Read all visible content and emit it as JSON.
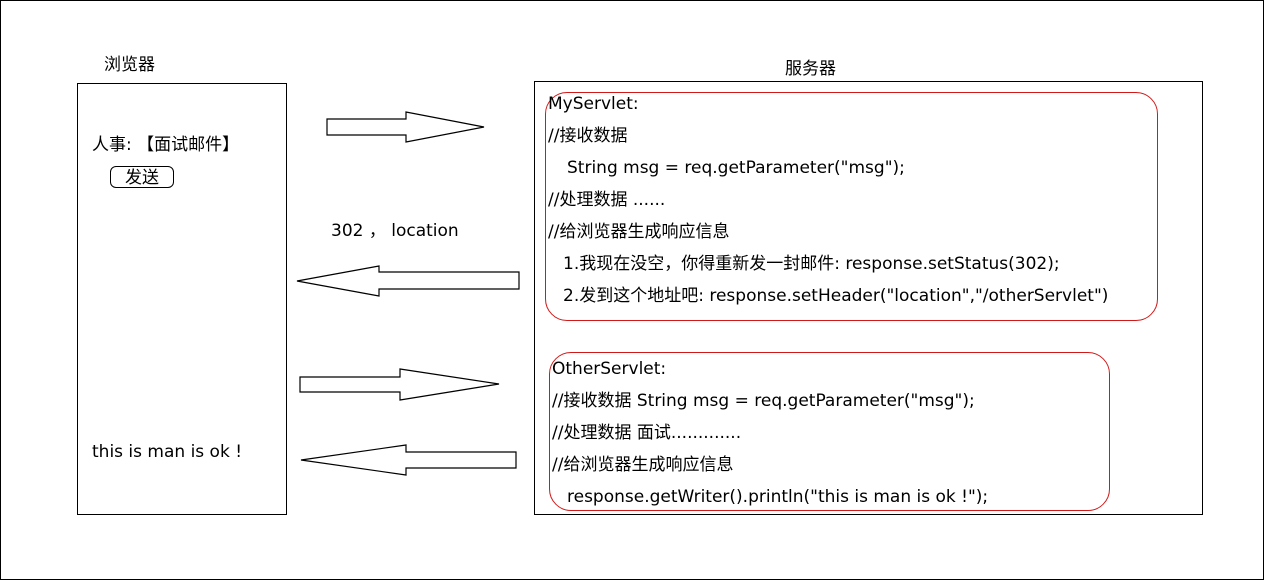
{
  "browser": {
    "title": "浏览器",
    "hr_line": "人事: 【面试邮件】",
    "send_button": "发送",
    "result_text": "this is man is ok !"
  },
  "server": {
    "title": "服务器",
    "my_servlet": [
      "MyServlet:",
      "//接收数据",
      "String msg = req.getParameter(\"msg\");",
      "//处理数据  ......",
      "//给浏览器生成响应信息",
      "1.我现在没空，你得重新发一封邮件:    response.setStatus(302);",
      "2.发到这个地址吧:       response.setHeader(\"location\",\"/otherServlet\")"
    ],
    "other_servlet": [
      "OtherServlet:",
      "//接收数据    String  msg = req.getParameter(\"msg\");",
      "//处理数据     面试.............",
      "//给浏览器生成响应信息",
      "response.getWriter().println(\"this is man is ok !\");"
    ]
  },
  "redirect_label": "302 ， location"
}
